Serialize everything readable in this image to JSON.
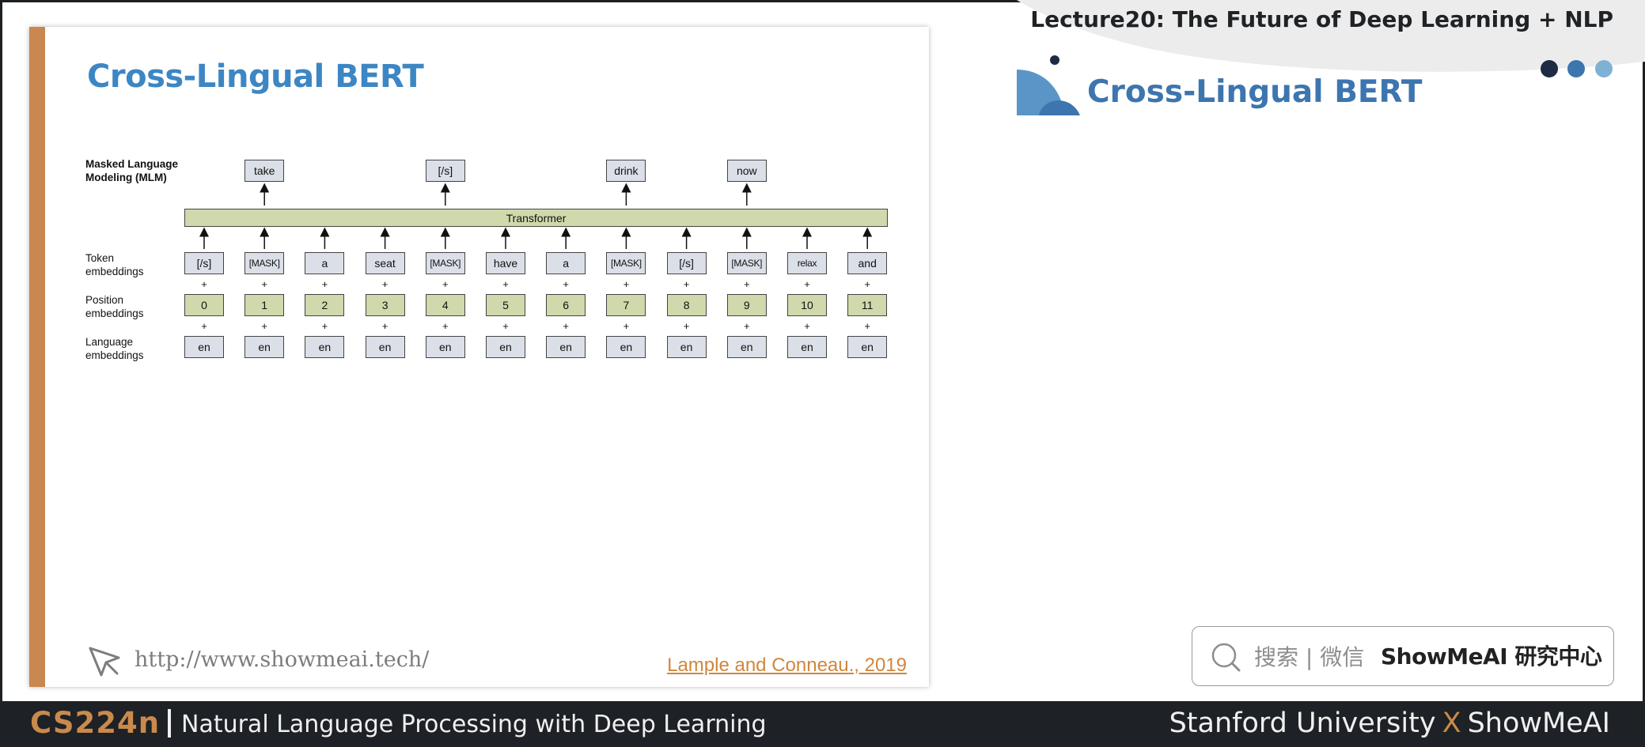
{
  "slide": {
    "title": "Cross-Lingual BERT",
    "footer_link": "http://www.showmeai.tech/",
    "citation": "Lample and Conneau., 2019"
  },
  "figure": {
    "mlm_label": [
      "Masked Language",
      "Modeling (MLM)"
    ],
    "token_label": [
      "Token",
      "embeddings"
    ],
    "position_label": [
      "Position",
      "embeddings"
    ],
    "language_label": [
      "Language",
      "embeddings"
    ],
    "transformer_label": "Transformer",
    "outputs": [
      {
        "col": 1,
        "text": "take"
      },
      {
        "col": 4,
        "text": "[/s]"
      },
      {
        "col": 7,
        "text": "drink"
      },
      {
        "col": 9,
        "text": "now"
      }
    ],
    "tokens": [
      "[/s]",
      "[MASK]",
      "a",
      "seat",
      "[MASK]",
      "have",
      "a",
      "[MASK]",
      "[/s]",
      "[MASK]",
      "relax",
      "and"
    ],
    "positions": [
      "0",
      "1",
      "2",
      "3",
      "4",
      "5",
      "6",
      "7",
      "8",
      "9",
      "10",
      "11"
    ],
    "languages": [
      "en",
      "en",
      "en",
      "en",
      "en",
      "en",
      "en",
      "en",
      "en",
      "en",
      "en",
      "en"
    ],
    "plus_sign": "+"
  },
  "header": {
    "lecture_title": "Lecture20: The Future of Deep Learning + NLP",
    "section_title": "Cross-Lingual BERT",
    "dot_colors": [
      "#1f2a44",
      "#3d75ae",
      "#7fb1d4"
    ]
  },
  "search": {
    "text": "搜索 | 微信",
    "brand": "ShowMeAI 研究中心"
  },
  "bottom": {
    "course_code": "CS224n",
    "course_name": "Natural Language Processing with Deep Learning",
    "partner_left": "Stanford University",
    "partner_x": "X",
    "partner_right": "ShowMeAI"
  },
  "colors": {
    "accent_orange": "#c8884f",
    "title_blue": "#3d86c4",
    "bottom_bar": "#1e2125"
  }
}
